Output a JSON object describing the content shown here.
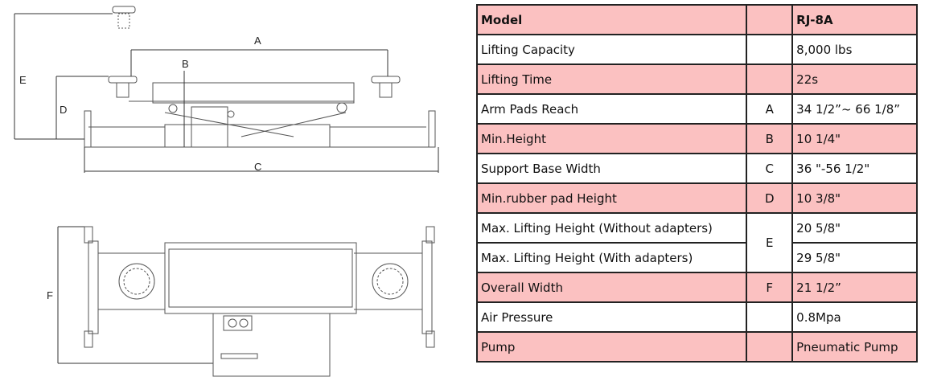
{
  "drawing": {
    "labels": {
      "a": "A",
      "b": "B",
      "c": "C",
      "d": "D",
      "e": "E",
      "f": "F"
    }
  },
  "table": {
    "rows": [
      {
        "label": "Model",
        "code": "",
        "value": "RJ-8A"
      },
      {
        "label": "Lifting Capacity",
        "code": "",
        "value": "8,000 lbs"
      },
      {
        "label": "Lifting Time",
        "code": "",
        "value": "22s"
      },
      {
        "label": "Arm Pads Reach",
        "code": "A",
        "value": "34 1/2”~ 66 1/8”"
      },
      {
        "label": "Min.Height",
        "code": "B",
        "value": "10 1/4\""
      },
      {
        "label": "Support Base Width",
        "code": "C",
        "value": "36 \"-56 1/2\""
      },
      {
        "label": "Min.rubber pad Height",
        "code": "D",
        "value": "10 3/8\""
      },
      {
        "label": "Max. Lifting Height  (Without adapters)",
        "code": "E",
        "value": "20 5/8\""
      },
      {
        "label": "Max. Lifting Height (With adapters)",
        "code": "",
        "value": "29 5/8\""
      },
      {
        "label": "Overall Width",
        "code": "F",
        "value": "21 1/2”"
      },
      {
        "label": "Air Pressure",
        "code": "",
        "value": "0.8Mpa"
      },
      {
        "label": "Pump",
        "code": "",
        "value": "Pneumatic Pump"
      }
    ]
  },
  "colors": {
    "pink": "#fbc1c1",
    "border": "#222222"
  }
}
